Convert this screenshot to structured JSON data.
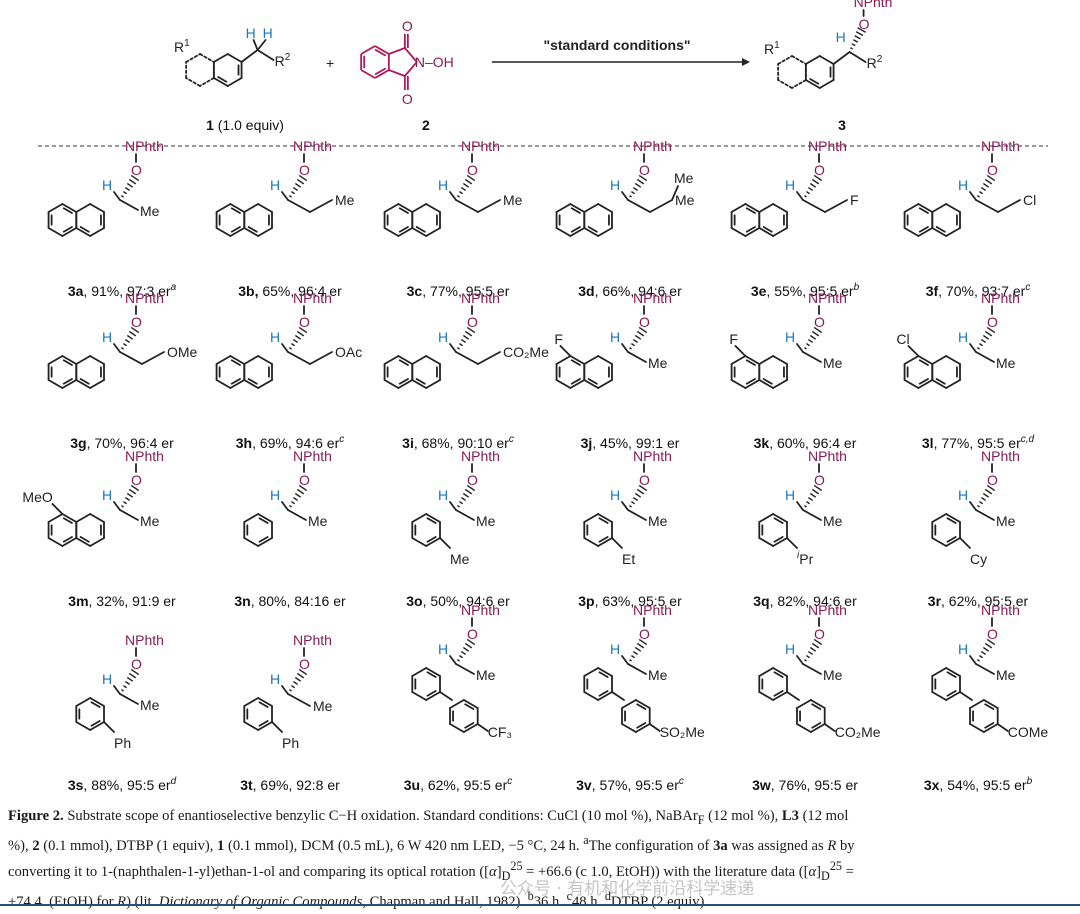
{
  "header": {
    "reactant1_label_bold": "1",
    "reactant1_label_rest": " (1.0 equiv)",
    "reactant2_label": "2",
    "product_label": "3",
    "plus": "+",
    "condition": "\"standard conditions\"",
    "r1": "R",
    "r1_sup": "1",
    "r2": "R",
    "r2_sup": "2",
    "h": "H",
    "nphth": "NPhth",
    "o": "O",
    "n": "N",
    "oh": "N–OH"
  },
  "compounds": [
    {
      "id": "3a",
      "rest": ", 91%, 97:3 er",
      "sup": "a",
      "sub": "Me"
    },
    {
      "id": "3b,",
      "rest": " 65%, 96:4 er",
      "sup": "",
      "sub": "Me"
    },
    {
      "id": "3c",
      "rest": ", 77%, 95:5 er",
      "sup": "",
      "sub": "Me"
    },
    {
      "id": "3d",
      "rest": ", 66%, 94:6 er",
      "sup": "",
      "sub": "Me"
    },
    {
      "id": "3e",
      "rest": ", 55%, 95:5 er",
      "sup": "b",
      "sub": "F"
    },
    {
      "id": "3f",
      "rest": ", 70%, 93:7 er",
      "sup": "c",
      "sub": "Cl"
    },
    {
      "id": "3g",
      "rest": ", 70%, 96:4 er",
      "sup": "",
      "sub": "OMe"
    },
    {
      "id": "3h",
      "rest": ", 69%, 94:6 er",
      "sup": "c",
      "sub": "OAc"
    },
    {
      "id": "3i",
      "rest": ", 68%, 90:10 er",
      "sup": "c",
      "sub": "CO₂Me"
    },
    {
      "id": "3j",
      "rest": ", 45%, 99:1 er",
      "sup": "",
      "sub": "Me",
      "ring": "F"
    },
    {
      "id": "3k",
      "rest": ", 60%, 96:4 er",
      "sup": "",
      "sub": "Me",
      "ring": "F"
    },
    {
      "id": "3l",
      "rest": ", 77%, 95:5 er",
      "sup": "c,d",
      "sub": "Me",
      "ring": "Cl"
    },
    {
      "id": "3m",
      "rest": ", 32%, 91:9 er",
      "sup": "",
      "sub": "Me",
      "ring": "MeO"
    },
    {
      "id": "3n",
      "rest": ", 80%, 84:16 er",
      "sup": "",
      "sub": "Me"
    },
    {
      "id": "3o",
      "rest": ", 50%, 94:6 er",
      "sup": "",
      "sub": "Me",
      "ortho": "Me"
    },
    {
      "id": "3p",
      "rest": ", 63%, 95:5 er",
      "sup": "",
      "sub": "Me",
      "ortho": "Et"
    },
    {
      "id": "3q",
      "rest": ", 82%, 94:6 er",
      "sup": "",
      "sub": "Me",
      "ortho": "Pr",
      "ortho_sup": "i"
    },
    {
      "id": "3r",
      "rest": ", 62%, 95:5 er",
      "sup": "",
      "sub": "Me",
      "ortho": "Cy"
    },
    {
      "id": "3s",
      "rest": ", 88%,  95:5 er",
      "sup": "d",
      "sub": "Me",
      "ortho": "Ph"
    },
    {
      "id": "3t",
      "rest": ", 69%, 92:8 er",
      "sup": "",
      "sub": "Me",
      "ortho": "Ph"
    },
    {
      "id": "3u",
      "rest": ", 62%, 95:5 er",
      "sup": "c",
      "sub": "Me",
      "para": "CF₃"
    },
    {
      "id": "3v",
      "rest": ", 57%, 95:5 er",
      "sup": "c",
      "sub": "Me",
      "para": "SO₂Me"
    },
    {
      "id": "3w",
      "rest": ", 76%, 95:5 er",
      "sup": "",
      "sub": "Me",
      "para": "CO₂Me"
    },
    {
      "id": "3x",
      "rest": ",  54%, 95:5 er",
      "sup": "b",
      "sub": "Me",
      "para": "COMe"
    }
  ],
  "caption": {
    "lines": [
      "<b>Figure 2.</b> Substrate scope of enantioselective benzylic C−H oxidation. Standard conditions: CuCl (10 mol %), NaBAr<sub>F</sub> (12 mol %), <b>L3</b> (12 mol",
      "%), <b>2</b> (0.1 mmol), DTBP (1 equiv), <b>1</b> (0.1 mmol), DCM (0.5 mL), 6 W 420 nm LED, −5 °C, 24 h. <sup>a</sup>The configuration of <b>3a</b> was assigned as <i>R</i> by",
      "converting it to 1-(naphthalen-1-yl)ethan-1-ol and comparing its optical rotation ([<i>α</i>]<sub>D</sub><sup>25</sup> = +66.6 (c 1.0, EtOH)) with the literature data ([<i>α</i>]<sub>D</sub><sup>25</sup> =",
      "+74.4. (EtOH) for <i>R</i>) (lit. <i>Dictionary of Organic Compounds,</i> Chapman and Hall, 1982). <sup>b</sup>36 h. <sup>c</sup>48 h. <sup>d</sup>DTBP (2 equiv)."
    ]
  },
  "watermark": "公众号 · 有机和化学前沿科学速递"
}
